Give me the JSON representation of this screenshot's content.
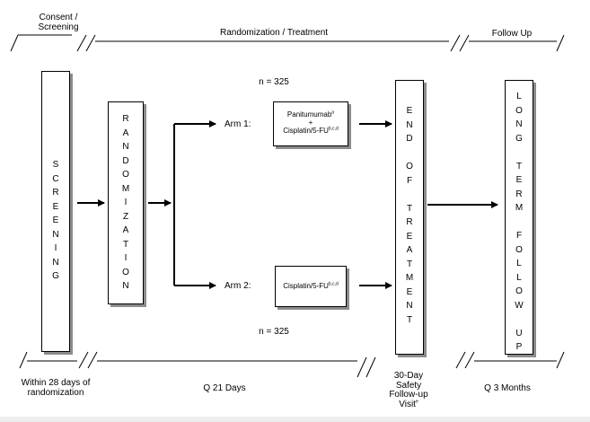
{
  "header": {
    "consent_line1": "Consent /",
    "consent_line2": "Screening",
    "randomization_treatment": "Randomization / Treatment",
    "follow_up": "Follow Up"
  },
  "boxes": {
    "screening": [
      "S",
      "C",
      "R",
      "E",
      "E",
      "N",
      "I",
      "N",
      "G"
    ],
    "randomization": [
      "R",
      "A",
      "N",
      "D",
      "O",
      "M",
      "I",
      "Z",
      "A",
      "T",
      "I",
      "O",
      "N"
    ],
    "end_of_treatment": [
      "E",
      "N",
      "D",
      "",
      "O",
      "F",
      "",
      "T",
      "R",
      "E",
      "A",
      "T",
      "M",
      "E",
      "N",
      "T"
    ],
    "long_term_follow_up": [
      "L",
      "O",
      "N",
      "G",
      "",
      "T",
      "E",
      "R",
      "M",
      "",
      "F",
      "O",
      "L",
      "L",
      "O",
      "W",
      "",
      "U",
      "P"
    ]
  },
  "arms": {
    "n_top": "n = 325",
    "n_bottom": "n = 325",
    "arm1_label": "Arm 1:",
    "arm1_drug1": "Panitumumab",
    "arm1_drug1_sup": "a",
    "arm1_plus": "+",
    "arm1_drug2": "Cisplatin/5-FU",
    "arm1_drug2_sup": "b,c,d",
    "arm2_label": "Arm 2:",
    "arm2_drug": "Cisplatin/5-FU",
    "arm2_drug_sup": "b,c,d"
  },
  "footer": {
    "within_line1": "Within 28 days of",
    "within_line2": "randomization",
    "q21": "Q 21 Days",
    "visit_line1": "30-Day",
    "visit_line2": "Safety",
    "visit_line3": "Follow-up",
    "visit_line4": "Visit",
    "visit_sup": "e",
    "q3": "Q 3 Months"
  }
}
